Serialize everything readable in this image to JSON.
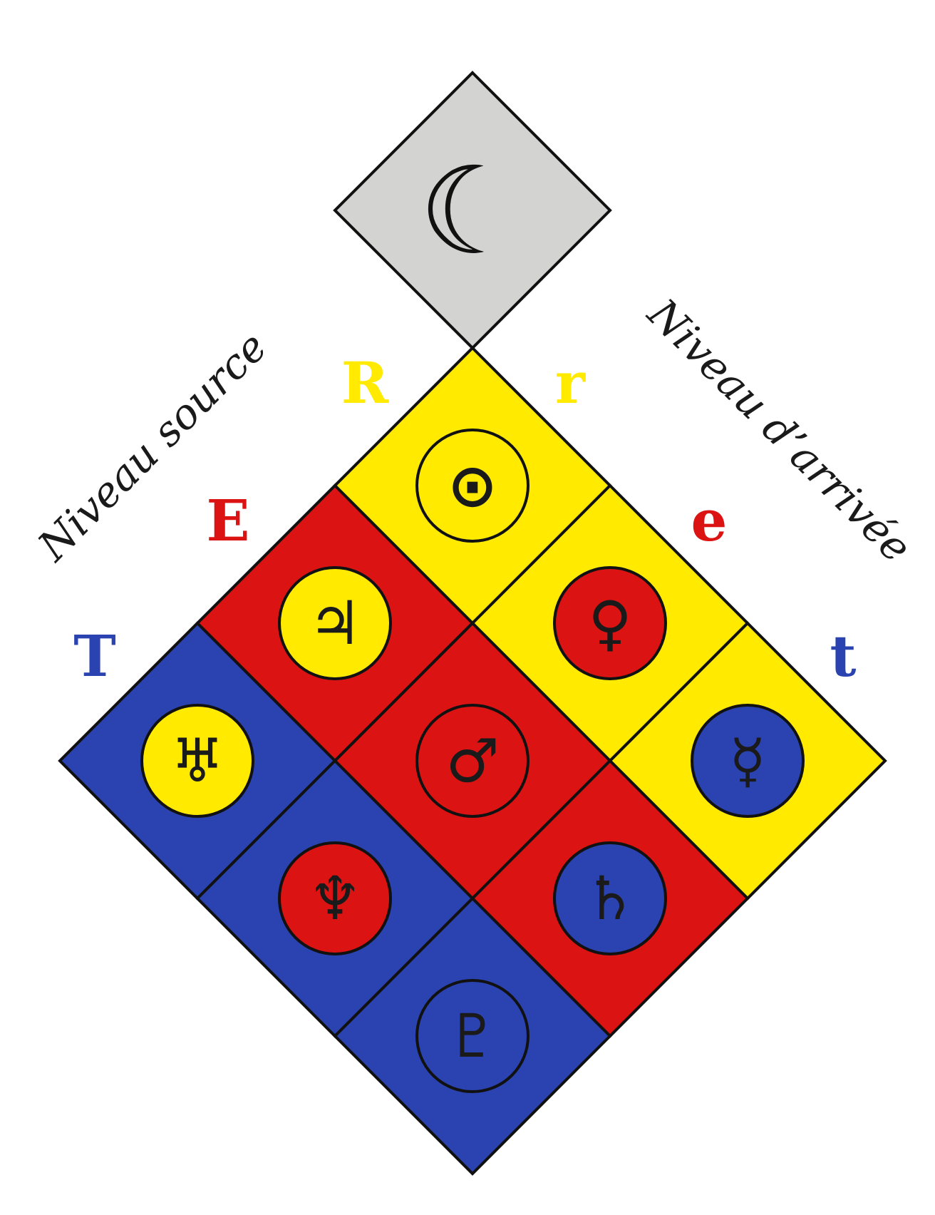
{
  "colors": {
    "yellow": "#ffea00",
    "red": "#dc1313",
    "blue": "#2a43b0",
    "grey": "#d3d3d1",
    "outline": "#111111"
  },
  "top_cell": {
    "symbol": "☾",
    "icon": "moon-icon",
    "fill": "grey"
  },
  "grid_cells": [
    {
      "row": 0,
      "col": 0,
      "cell_fill": "yellow",
      "disc_fill": "yellow",
      "symbol": "⊙",
      "icon": "sun-icon",
      "name": "sun"
    },
    {
      "row": 0,
      "col": 1,
      "cell_fill": "yellow",
      "disc_fill": "red",
      "symbol": "♀",
      "icon": "venus-icon",
      "name": "venus"
    },
    {
      "row": 0,
      "col": 2,
      "cell_fill": "yellow",
      "disc_fill": "blue",
      "symbol": "☿",
      "icon": "mercury-icon",
      "name": "mercury"
    },
    {
      "row": 1,
      "col": 0,
      "cell_fill": "red",
      "disc_fill": "yellow",
      "symbol": "♃",
      "icon": "jupiter-icon",
      "name": "jupiter"
    },
    {
      "row": 1,
      "col": 1,
      "cell_fill": "red",
      "disc_fill": "red",
      "symbol": "♂",
      "icon": "mars-icon",
      "name": "mars"
    },
    {
      "row": 1,
      "col": 2,
      "cell_fill": "red",
      "disc_fill": "blue",
      "symbol": "♄",
      "icon": "saturn-icon",
      "name": "saturn"
    },
    {
      "row": 2,
      "col": 0,
      "cell_fill": "blue",
      "disc_fill": "yellow",
      "symbol": "♅",
      "icon": "uranus-icon",
      "name": "uranus"
    },
    {
      "row": 2,
      "col": 1,
      "cell_fill": "blue",
      "disc_fill": "red",
      "symbol": "♆",
      "icon": "neptune-icon",
      "name": "neptune"
    },
    {
      "row": 2,
      "col": 2,
      "cell_fill": "blue",
      "disc_fill": "blue",
      "symbol": "♇",
      "icon": "pluto-icon",
      "name": "pluto"
    }
  ],
  "left_letters": [
    {
      "text": "R",
      "color": "yellow"
    },
    {
      "text": "E",
      "color": "red"
    },
    {
      "text": "T",
      "color": "blue"
    }
  ],
  "right_letters": [
    {
      "text": "r",
      "color": "yellow"
    },
    {
      "text": "e",
      "color": "red"
    },
    {
      "text": "t",
      "color": "blue"
    }
  ],
  "labels": {
    "left": "Niveau source",
    "right": "Niveau d’arrivée"
  }
}
